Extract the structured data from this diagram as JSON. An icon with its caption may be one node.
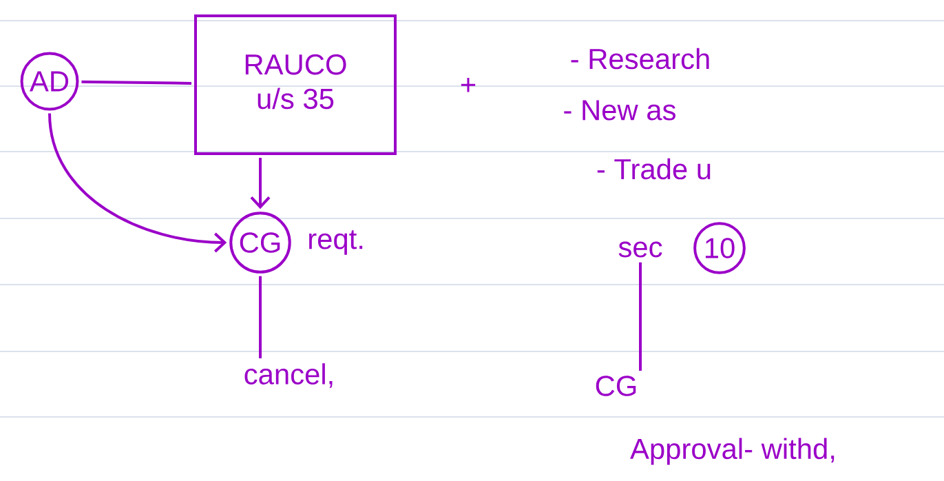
{
  "diagram": {
    "nodes": [
      {
        "text": [
          "AD"
        ]
      },
      {
        "text": [
          "RAUCO",
          "u/s 35"
        ]
      },
      {
        "text": [
          "CG"
        ],
        "beside": [
          "reqt."
        ]
      },
      {
        "text": [
          "cancel,"
        ]
      },
      {
        "text": [
          "sec"
        ]
      },
      {
        "text": [
          "10"
        ]
      },
      {
        "text": [
          "CG"
        ]
      }
    ],
    "edges": [
      {
        "from": 0,
        "to": 1,
        "arrow": "none"
      },
      {
        "from": 0,
        "to": 2,
        "arrow": "to"
      },
      {
        "from": 1,
        "to": 2,
        "arrow": "to"
      },
      {
        "from": 2,
        "to": 3,
        "arrow": "none"
      },
      {
        "from": 4,
        "to": 6,
        "arrow": "none"
      }
    ],
    "labels": [
      "+",
      "- Research",
      "- New as",
      "- Trade u",
      "Approval- withd,"
    ]
  }
}
